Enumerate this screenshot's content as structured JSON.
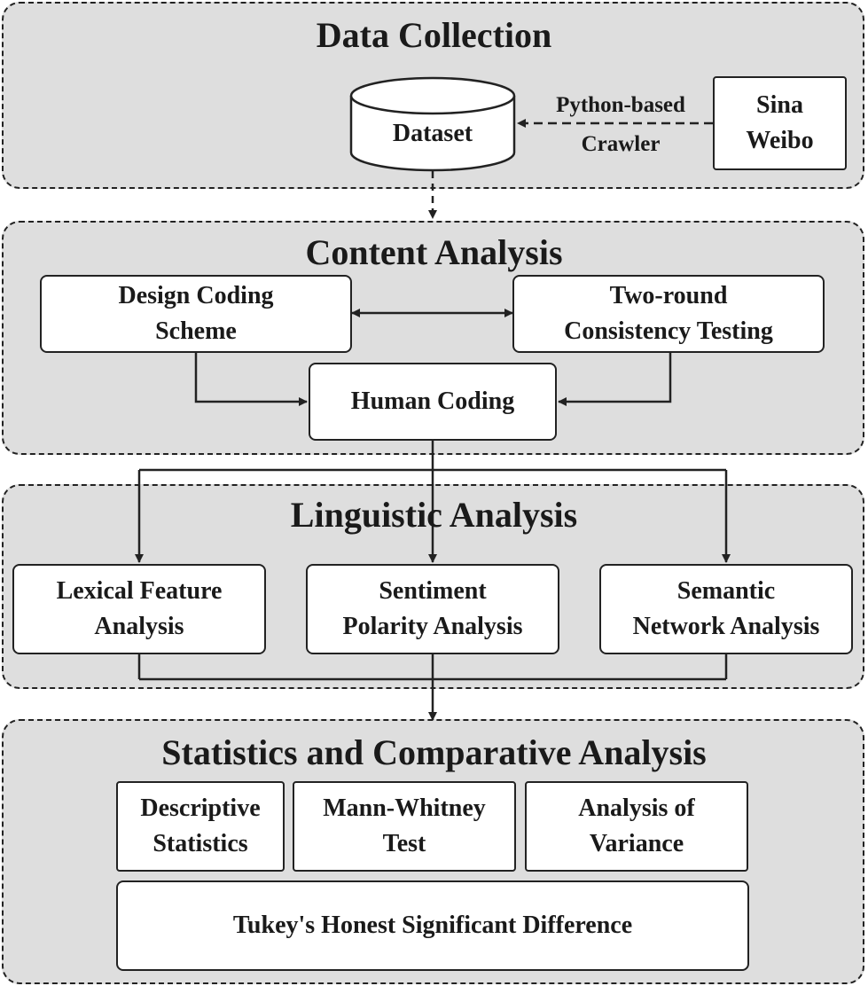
{
  "sections": {
    "data_collection": {
      "title": "Data Collection",
      "dataset": "Dataset",
      "crawler_line1": "Python-based",
      "crawler_line2": "Crawler",
      "source_line1": "Sina",
      "source_line2": "Weibo"
    },
    "content_analysis": {
      "title": "Content Analysis",
      "design_line1": "Design Coding",
      "design_line2": "Scheme",
      "tworound_line1": "Two-round",
      "tworound_line2": "Consistency Testing",
      "human_coding": "Human Coding"
    },
    "linguistic_analysis": {
      "title": "Linguistic Analysis",
      "lexical_line1": "Lexical Feature",
      "lexical_line2": "Analysis",
      "sentiment_line1": "Sentiment",
      "sentiment_line2": "Polarity Analysis",
      "semantic_line1": "Semantic",
      "semantic_line2": "Network Analysis"
    },
    "statistics": {
      "title": "Statistics and Comparative Analysis",
      "descriptive_line1": "Descriptive",
      "descriptive_line2": "Statistics",
      "mann_line1": "Mann-Whitney",
      "mann_line2": "Test",
      "anova_line1": "Analysis of",
      "anova_line2": "Variance",
      "tukey": "Tukey's Honest Significant Difference"
    }
  }
}
